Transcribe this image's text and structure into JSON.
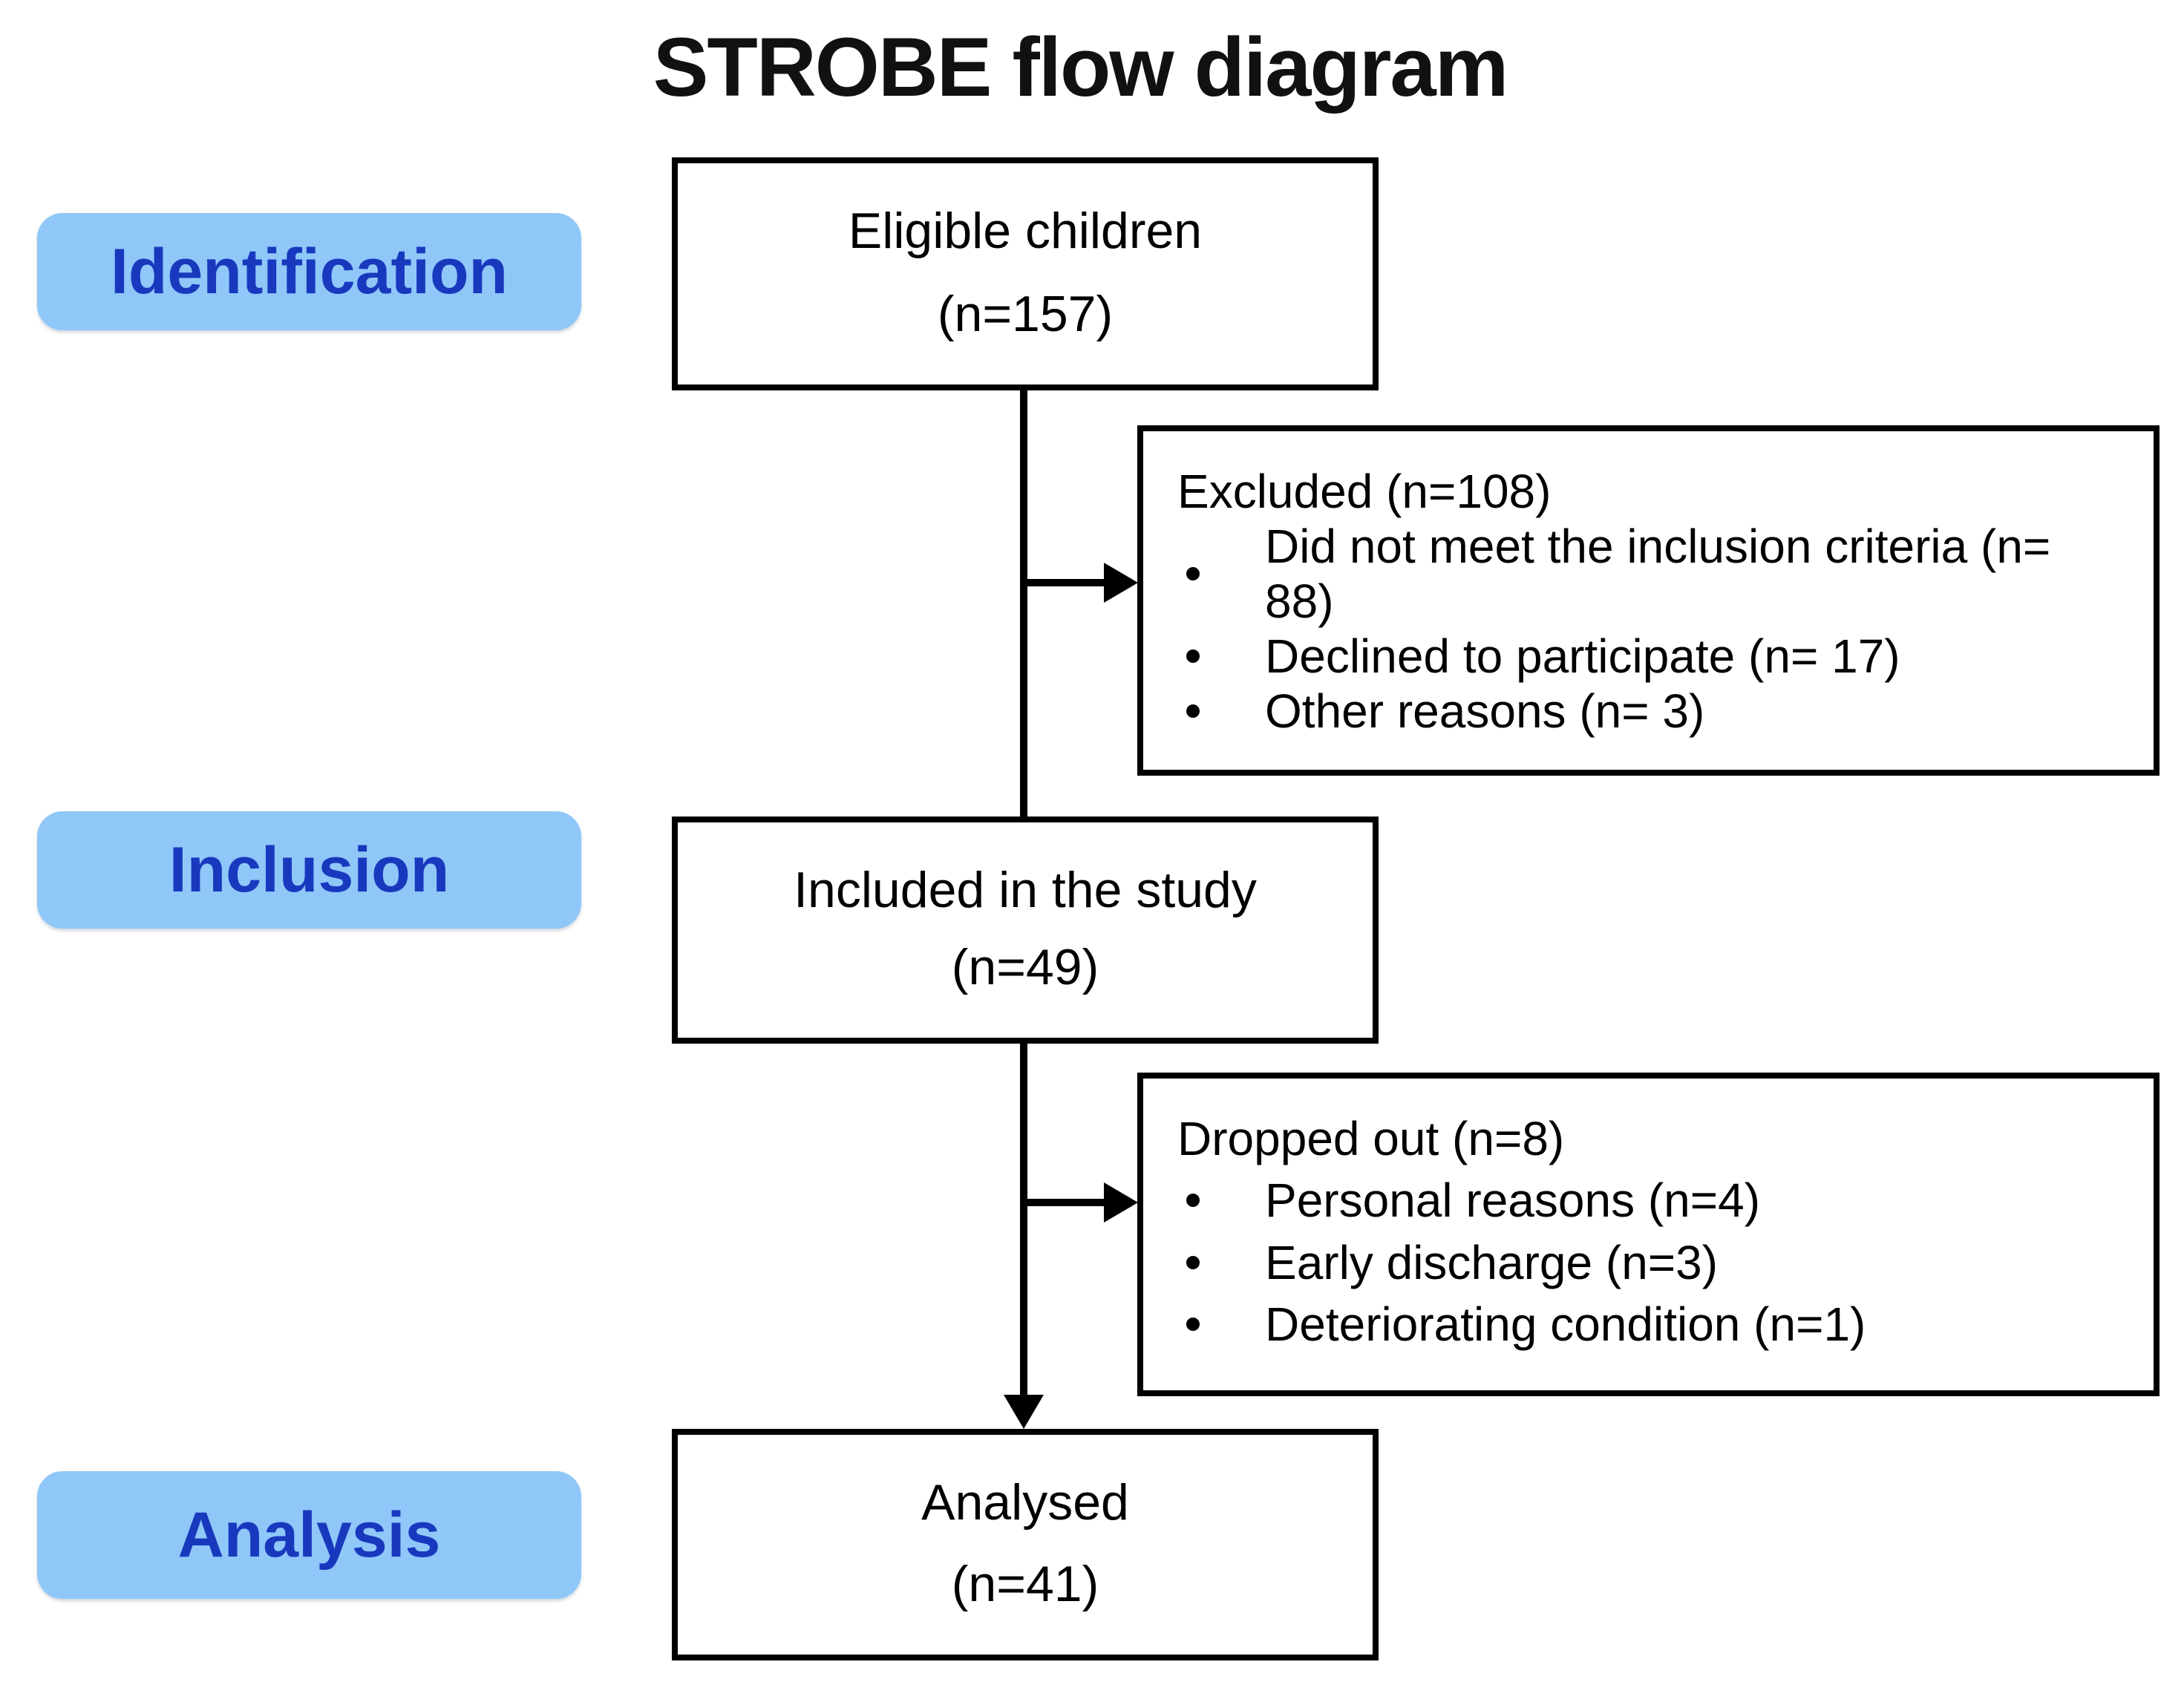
{
  "title": "STROBE flow diagram",
  "colors": {
    "stage_background": "#8FC7F9",
    "stage_text": "#1839BE",
    "box_border": "#000000",
    "box_background": "#FFFFFF",
    "body_text": "#000000"
  },
  "stages": [
    {
      "id": "identification",
      "label": "Identification"
    },
    {
      "id": "inclusion",
      "label": "Inclusion"
    },
    {
      "id": "analysis",
      "label": "Analysis"
    }
  ],
  "flow_boxes": [
    {
      "id": "eligible",
      "line1": "Eligible children",
      "line2": "(n=157)"
    },
    {
      "id": "included",
      "line1": "Included in the study",
      "line2": "(n=49)"
    },
    {
      "id": "analysed",
      "line1": "Analysed",
      "line2": "(n=41)"
    }
  ],
  "side_boxes": [
    {
      "id": "excluded",
      "heading": "Excluded (n=108)",
      "items": [
        "Did not meet the inclusion criteria (n= 88)",
        "Declined to participate (n= 17)",
        "Other reasons (n= 3)"
      ]
    },
    {
      "id": "dropped_out",
      "heading": "Dropped out (n=8)",
      "items": [
        "Personal reasons (n=4)",
        "Early discharge (n=3)",
        "Deteriorating condition (n=1)"
      ]
    }
  ]
}
